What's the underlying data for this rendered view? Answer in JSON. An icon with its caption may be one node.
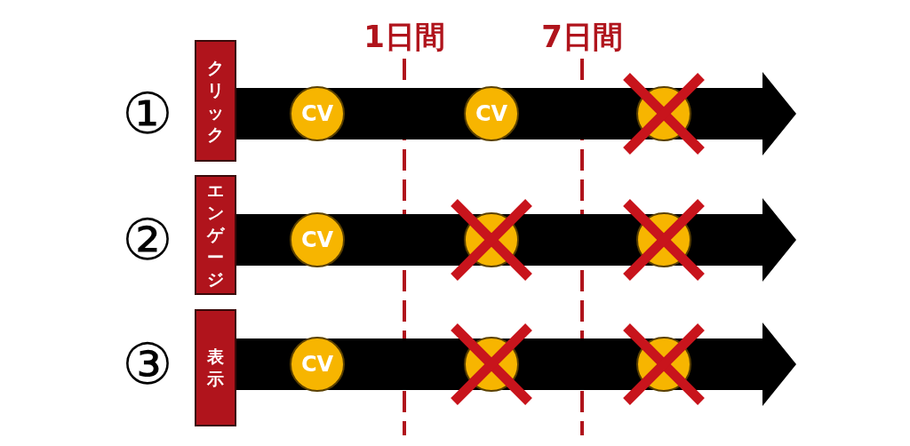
{
  "diagram": {
    "nodes": [
      {
        "text": [
          "クリック"
        ]
      },
      {
        "text": [
          "CV"
        ]
      },
      {
        "text": [
          "CV"
        ]
      },
      {
        "text": [],
        "shape": "circle"
      },
      {
        "text": [
          "エンゲージ"
        ]
      },
      {
        "text": [
          "CV"
        ]
      },
      {
        "text": [],
        "shape": "circle"
      },
      {
        "text": [],
        "shape": "circle"
      },
      {
        "text": [
          "表示"
        ]
      },
      {
        "text": [
          "CV"
        ]
      },
      {
        "text": [],
        "shape": "circle"
      },
      {
        "text": [],
        "shape": "circle"
      }
    ],
    "edges": [
      {
        "from": 0,
        "to": null,
        "arrow": "to"
      },
      {
        "from": 4,
        "to": null,
        "arrow": "to"
      },
      {
        "from": 8,
        "to": null,
        "arrow": "to"
      }
    ],
    "labels": [
      "1日間",
      "7日間",
      "①",
      "②",
      "③"
    ]
  }
}
